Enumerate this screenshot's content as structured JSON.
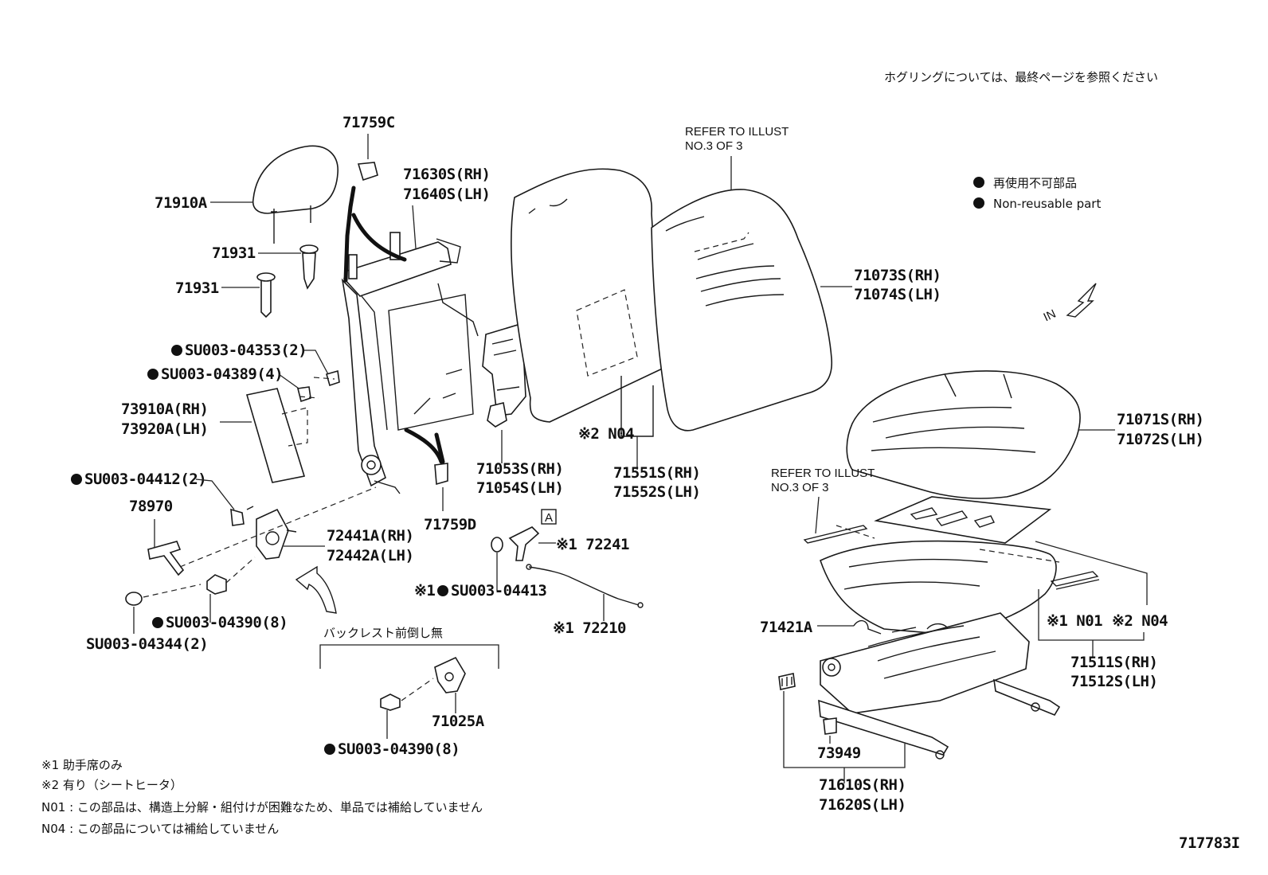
{
  "header_note": "ホグリングについては、最終ページを参照ください",
  "legend": {
    "jp": "再使用不可部品",
    "en": "Non-reusable part"
  },
  "refer_illust": [
    "REFER TO ILLUST",
    "NO.3 OF 3"
  ],
  "direction_label": "IN",
  "callout_box_label": "A",
  "backrest_note": "バックレスト前倒し無",
  "part_labels": {
    "p71759C": "71759C",
    "p71910A": "71910A",
    "p71931a": "71931",
    "p71931b": "71931",
    "p71630": "71630S(RH)",
    "p71640": "71640S(LH)",
    "p04353": "SU003-04353(2)",
    "p04389": "SU003-04389(4)",
    "p73910": "73910A(RH)",
    "p73920": "73920A(LH)",
    "p04412": "SU003-04412(2)",
    "p78970": "78970",
    "p72441": "72441A(RH)",
    "p72442": "72442A(LH)",
    "p04390a": "SU003-04390(8)",
    "p04344": "SU003-04344(2)",
    "p71053": "71053S(RH)",
    "p71054": "71054S(LH)",
    "p71759D": "71759D",
    "p72241": "※1 72241",
    "p04413": "SU003-04413",
    "p04413pre": "※1",
    "p72210": "※1 72210",
    "p71025A": "71025A",
    "p04390b": "SU003-04390(8)",
    "pN04a": "※2 N04",
    "p71551": "71551S(RH)",
    "p71552": "71552S(LH)",
    "p71073": "71073S(RH)",
    "p71074": "71074S(LH)",
    "p71071": "71071S(RH)",
    "p71072": "71072S(LH)",
    "p71421A": "71421A",
    "pN01": "※1 N01",
    "pN04b": "※2 N04",
    "p71511": "71511S(RH)",
    "p71512": "71512S(LH)",
    "p73949": "73949",
    "p71610": "71610S(RH)",
    "p71620": "71620S(LH)"
  },
  "footnotes": [
    "※1  助手席のみ",
    "※2  有り（シートヒータ）",
    "N01 : この部品は、構造上分解・組付けが困難なため、単品では補給していません",
    "N04 : この部品については補給していません"
  ],
  "figure_id": "717783I"
}
